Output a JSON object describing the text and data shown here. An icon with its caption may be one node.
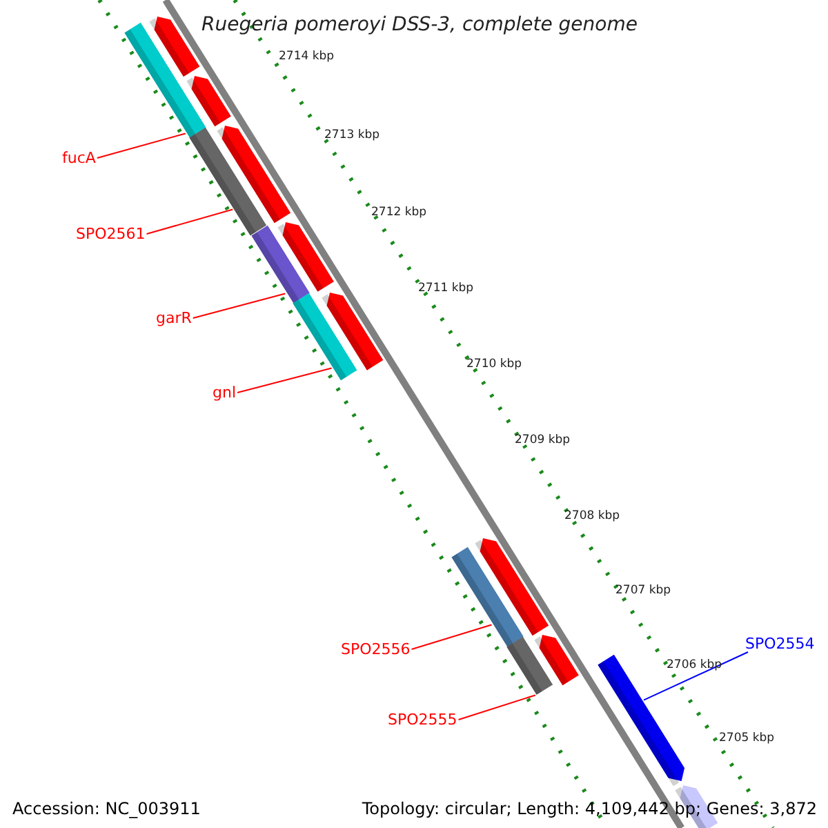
{
  "diagram": {
    "title": "Ruegeria pomeroyi DSS-3, complete genome",
    "nodes": [
      {
        "text": [
          "fucA"
        ]
      },
      {
        "text": [],
        "shape": "box"
      },
      {
        "text": [
          "SPO2561"
        ]
      },
      {
        "text": [],
        "shape": "box"
      },
      {
        "text": [
          "garR"
        ]
      },
      {
        "text": [],
        "shape": "box"
      },
      {
        "text": [
          "gnl"
        ]
      },
      {
        "text": [],
        "shape": "box"
      },
      {
        "text": [
          "SPO2556"
        ]
      },
      {
        "text": [],
        "shape": "box"
      },
      {
        "text": [
          "SPO2555"
        ]
      },
      {
        "text": [],
        "shape": "box"
      },
      {
        "text": [
          "SPO2554"
        ]
      },
      {
        "text": [],
        "shape": "arrow"
      },
      {
        "text": [],
        "shape": "arrow"
      },
      {
        "text": [],
        "shape": "arrow"
      },
      {
        "text": [],
        "shape": "arrow"
      },
      {
        "text": [],
        "shape": "arrow"
      },
      {
        "text": [],
        "shape": "arrow"
      },
      {
        "text": [],
        "shape": "arrow"
      },
      {
        "text": [],
        "shape": "arrow"
      },
      {
        "text": [],
        "shape": "arrow"
      }
    ],
    "edges": [
      {
        "from": 0,
        "to": 1,
        "arrow": "none"
      },
      {
        "from": 2,
        "to": 3,
        "arrow": "none"
      },
      {
        "from": 4,
        "to": 5,
        "arrow": "none"
      },
      {
        "from": 6,
        "to": 7,
        "arrow": "none"
      },
      {
        "from": 8,
        "to": 9,
        "arrow": "none"
      },
      {
        "from": 10,
        "to": 11,
        "arrow": "none"
      },
      {
        "from": 12,
        "to": 13,
        "arrow": "none",
        "color": "#0000ff"
      }
    ],
    "labels": [
      "2714 kbp",
      "2713 kbp",
      "2712 kbp",
      "2711 kbp",
      "2710 kbp",
      "2709 kbp",
      "2708 kbp",
      "2707 kbp",
      "2706 kbp",
      "2705 kbp",
      "Accession: NC_003911",
      "Topology: circular; Length: 4,109,442 bp; Genes: 3,872"
    ]
  }
}
